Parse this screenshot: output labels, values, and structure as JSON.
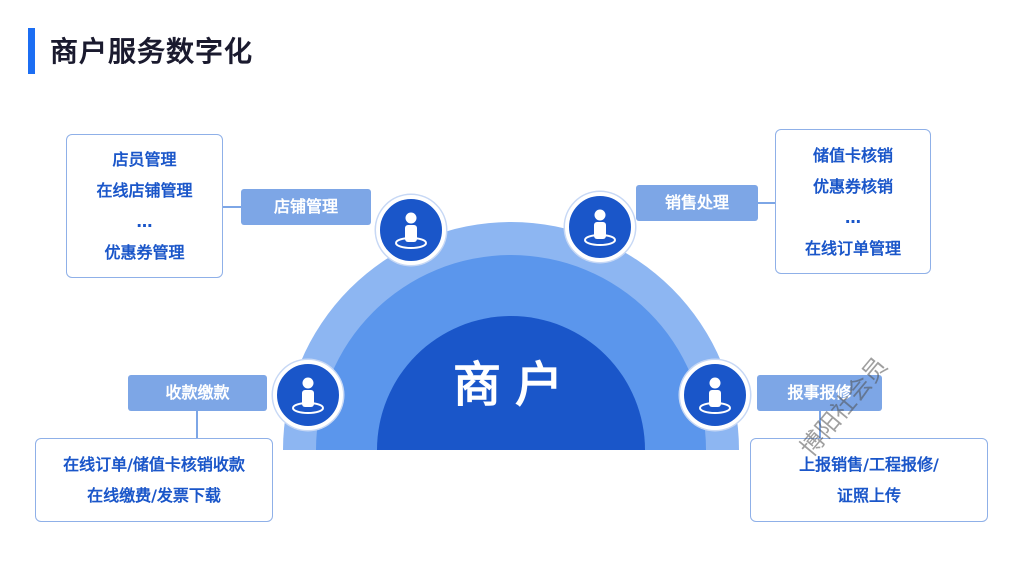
{
  "title": "商户服务数字化",
  "center": "商户",
  "modules": {
    "store": {
      "tag": "店铺管理",
      "items": [
        "店员管理",
        "在线店铺管理",
        "…",
        "优惠券管理"
      ]
    },
    "sales": {
      "tag": "销售处理",
      "items": [
        "储值卡核销",
        "优惠券核销",
        "…",
        "在线订单管理"
      ]
    },
    "payment": {
      "tag": "收款缴款",
      "items": [
        "在线订单/储值卡核销收款",
        "在线缴费/发票下载"
      ]
    },
    "repair": {
      "tag": "报事报修",
      "items": [
        "上报销售/工程报修/",
        "证照上传"
      ]
    }
  },
  "icon_name": "person-icon",
  "colors": {
    "accent": "#1c6ef3",
    "dark_blue": "#1a56c9",
    "mid_blue": "#5b96ec",
    "light_blue": "#8db6f2",
    "tag_blue": "#7da6e6"
  },
  "watermark": "博阳社会员"
}
